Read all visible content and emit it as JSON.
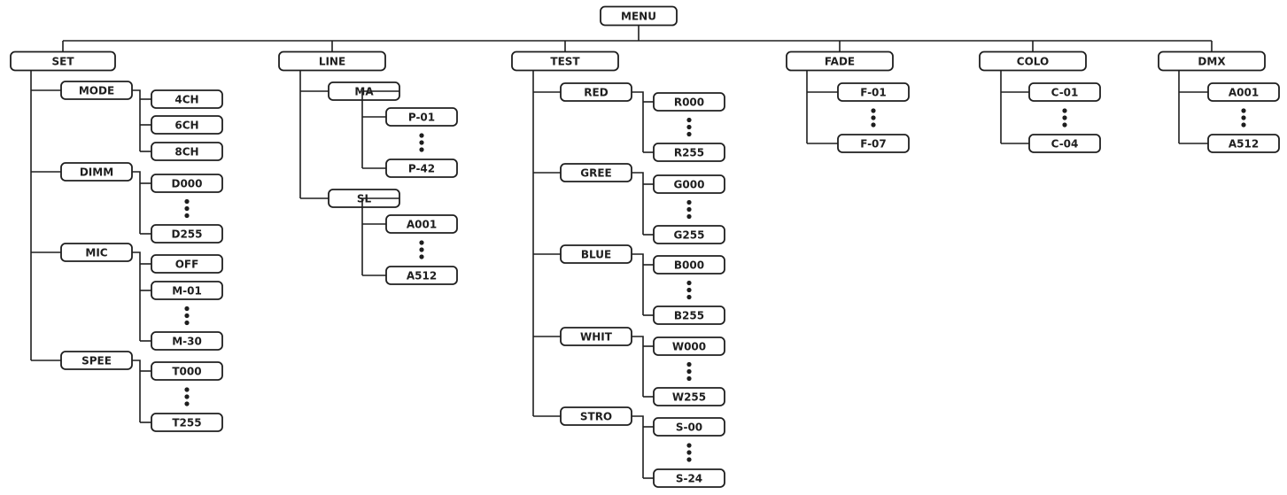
{
  "root": "MENU",
  "branches": [
    {
      "label": "SET",
      "children": [
        {
          "label": "MODE",
          "items": [
            "4CH",
            "6CH",
            "8CH"
          ],
          "ellipsis": false
        },
        {
          "label": "DIMM",
          "items": [
            "D000",
            "D255"
          ],
          "ellipsis": true
        },
        {
          "label": "MIC",
          "items": [
            "OFF",
            "M-01",
            "M-30"
          ],
          "ellipsis": true
        },
        {
          "label": "SPEE",
          "items": [
            "T000",
            "T255"
          ],
          "ellipsis": true
        }
      ]
    },
    {
      "label": "LINE",
      "children": [
        {
          "label": "MA",
          "items": [
            "P-01",
            "P-42"
          ],
          "ellipsis": true
        },
        {
          "label": "SL",
          "items": [
            "A001",
            "A512"
          ],
          "ellipsis": true
        }
      ]
    },
    {
      "label": "TEST",
      "children": [
        {
          "label": "RED",
          "items": [
            "R000",
            "R255"
          ],
          "ellipsis": true
        },
        {
          "label": "GREE",
          "items": [
            "G000",
            "G255"
          ],
          "ellipsis": true
        },
        {
          "label": "BLUE",
          "items": [
            "B000",
            "B255"
          ],
          "ellipsis": true
        },
        {
          "label": "WHIT",
          "items": [
            "W000",
            "W255"
          ],
          "ellipsis": true
        },
        {
          "label": "STRO",
          "items": [
            "S-00",
            "S-24"
          ],
          "ellipsis": true
        }
      ]
    },
    {
      "label": "FADE",
      "items": [
        "F-01",
        "F-07"
      ],
      "ellipsis": true
    },
    {
      "label": "COLO",
      "items": [
        "C-01",
        "C-04"
      ],
      "ellipsis": true
    },
    {
      "label": "DMX",
      "items": [
        "A001",
        "A512"
      ],
      "ellipsis": true
    }
  ],
  "colors": {
    "ink": "#1e1e1e",
    "box_fill": "#ffffff",
    "background": "#ffffff"
  }
}
